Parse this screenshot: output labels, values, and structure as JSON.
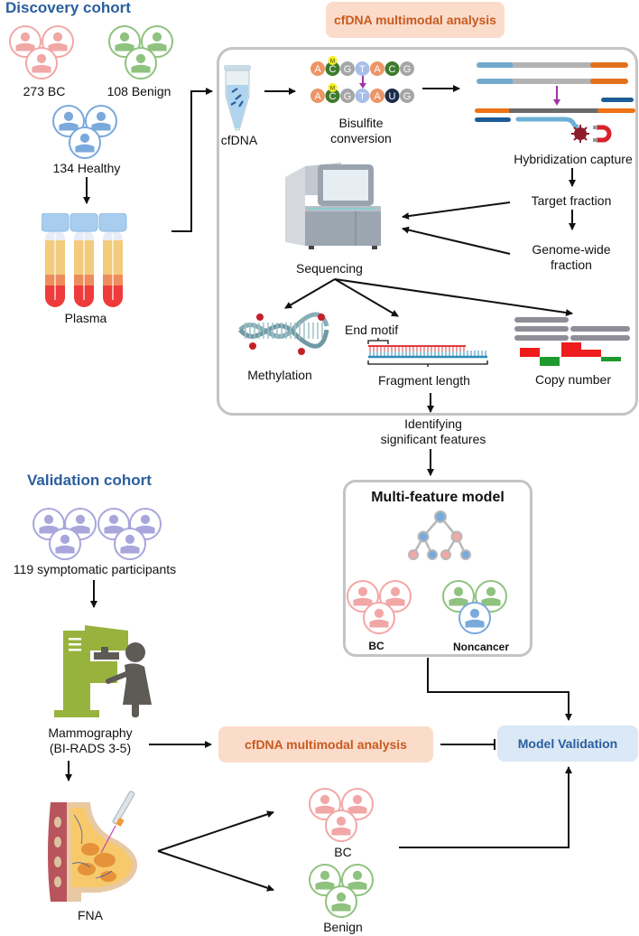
{
  "discovery": {
    "heading": "Discovery cohort",
    "groups": [
      {
        "label": "273 BC",
        "color": "#f2a7a7"
      },
      {
        "label": "108 Benign",
        "color": "#8fc27f"
      },
      {
        "label": "134 Healthy",
        "color": "#7aa9dc"
      }
    ],
    "plasma_label": "Plasma"
  },
  "analysis_top": {
    "title": "cfDNA multimodal analysis",
    "steps": {
      "cfdna": "cfDNA",
      "bisulfite": "Bisulfite conversion",
      "bisulfite_line1": "Bisulfite",
      "bisulfite_line2": "conversion",
      "hybridization": "Hybridization capture",
      "target": "Target fraction",
      "genome_line1": "Genome-wide",
      "genome_line2": "fraction",
      "sequencing": "Sequencing",
      "methylation": "Methylation",
      "end_motif": "End motif",
      "fragment_length": "Fragment length",
      "copy_number": "Copy number"
    },
    "bases_before": [
      "A",
      "C",
      "G",
      "T",
      "A",
      "C",
      "G"
    ],
    "bases_after": [
      "A",
      "C",
      "G",
      "T",
      "A",
      "U",
      "G"
    ],
    "methyl_mark": "M"
  },
  "identify": {
    "line1": "Identifying",
    "line2": "significant features"
  },
  "model": {
    "title": "Multi-feature model",
    "bc_label": "BC",
    "noncancer_label": "Noncancer"
  },
  "validation": {
    "heading": "Validation cohort",
    "participants": "119 symptomatic participants",
    "mammo_line1": "Mammography",
    "mammo_line2": "(BI-RADS 3-5)",
    "analysis_pill": "cfDNA multimodal analysis",
    "model_validation": "Model Validation",
    "fna": "FNA",
    "bc": "BC",
    "benign": "Benign"
  },
  "colors": {
    "bc": "#f2a7a7",
    "benign": "#8fc27f",
    "healthy": "#7aa9dc",
    "participants": "#a9a6dc",
    "heading_blue": "#2a5f9e",
    "analysis_orange": "#c85a1e"
  }
}
